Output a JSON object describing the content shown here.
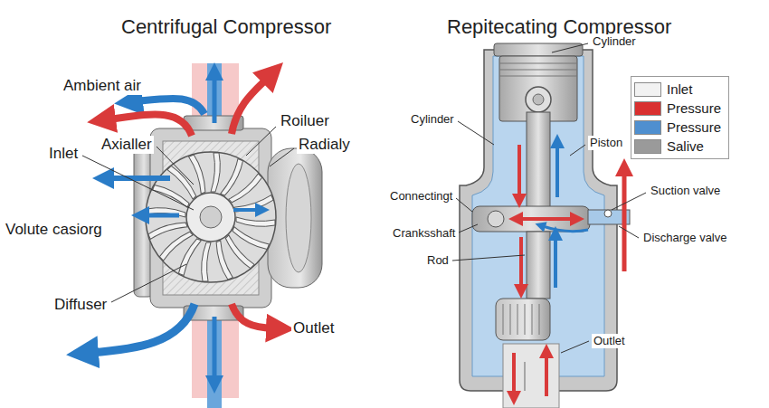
{
  "diagram": {
    "labels": [
      "Centrifugal Compressor",
      "Repitecating Compressor",
      "Ambient air",
      "Axialler",
      "Inlet",
      "Roiluer",
      "Radialy",
      "Volute casiorg",
      "Diffuser",
      "Outlet",
      "Cylinder",
      "Cylinder",
      "Piston",
      "Connectingt",
      "Cranksshaft",
      "Rod",
      "Suction valve",
      "Discharge valve",
      "Outlet"
    ],
    "legend": [
      {
        "text": "Inlet",
        "color": "#f2f2f2"
      },
      {
        "text": "Pressure",
        "color": "#d93030"
      },
      {
        "text": "Pressure",
        "color": "#4f8fcf"
      },
      {
        "text": "Salive",
        "color": "#9a9a9a"
      }
    ]
  }
}
